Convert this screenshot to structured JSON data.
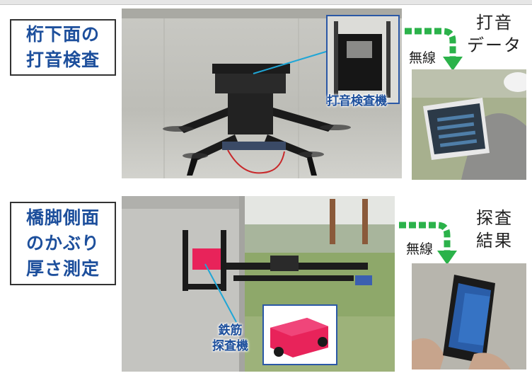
{
  "section1": {
    "title_line1": "桁下面の",
    "title_line2": "打音検査",
    "device_label": "打音検査機",
    "wireless": "無線",
    "result_line1": "打音",
    "result_line2": "データ"
  },
  "section2": {
    "title_line1": "橋脚側面",
    "title_line2": "のかぶり",
    "title_line3": "厚さ測定",
    "device_label_line1": "鉄筋",
    "device_label_line2": "探査機",
    "wireless": "無線",
    "result_line1": "探査",
    "result_line2": "結果"
  },
  "colors": {
    "label_blue": "#1d4f9c",
    "arrow_green": "#2bb24a",
    "device_red": "#e8235a"
  }
}
